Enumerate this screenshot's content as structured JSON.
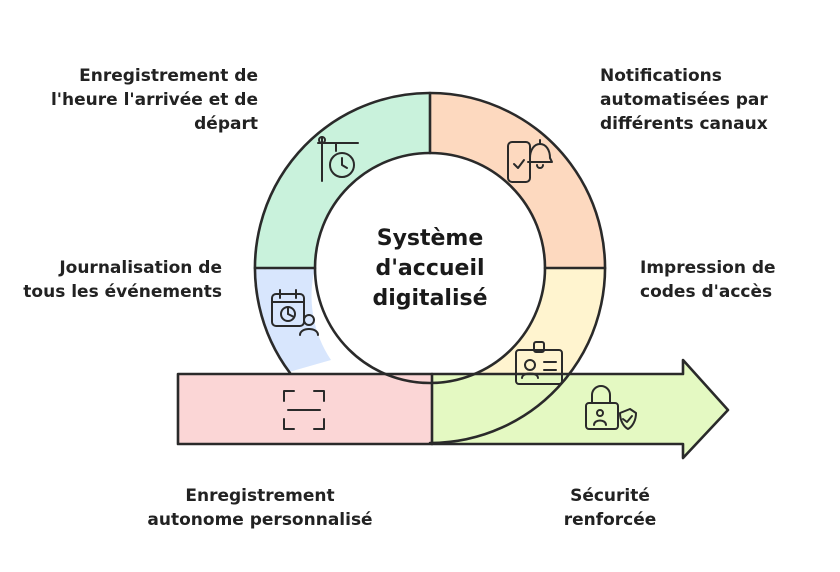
{
  "center": {
    "title": "Système\nd'accueil\ndigitalisé"
  },
  "steps": [
    {
      "id": "time-record",
      "label": "Enregistrement de\nl'heure l'arrivée et de\ndépart",
      "color": "#c9f2dc",
      "icon": "clock-icon"
    },
    {
      "id": "notifications",
      "label": "Notifications\nautomatisées par\ndifférents canaux",
      "color": "#fdd9bf",
      "icon": "phone-bell-icon"
    },
    {
      "id": "access-codes",
      "label": "Impression de\ncodes d'accès",
      "color": "#fff4cf",
      "icon": "badge-icon"
    },
    {
      "id": "security",
      "label": "Sécurité\nrenforcée",
      "color": "#e4f9c2",
      "icon": "lock-shield-icon"
    },
    {
      "id": "self-register",
      "label": "Enregistrement\nautonome personnalisé",
      "color": "#fbd6d6",
      "icon": "scan-icon"
    },
    {
      "id": "event-log",
      "label": "Journalisation de\ntous les événements",
      "color": "#d8e6fd",
      "icon": "calendar-user-icon"
    }
  ]
}
